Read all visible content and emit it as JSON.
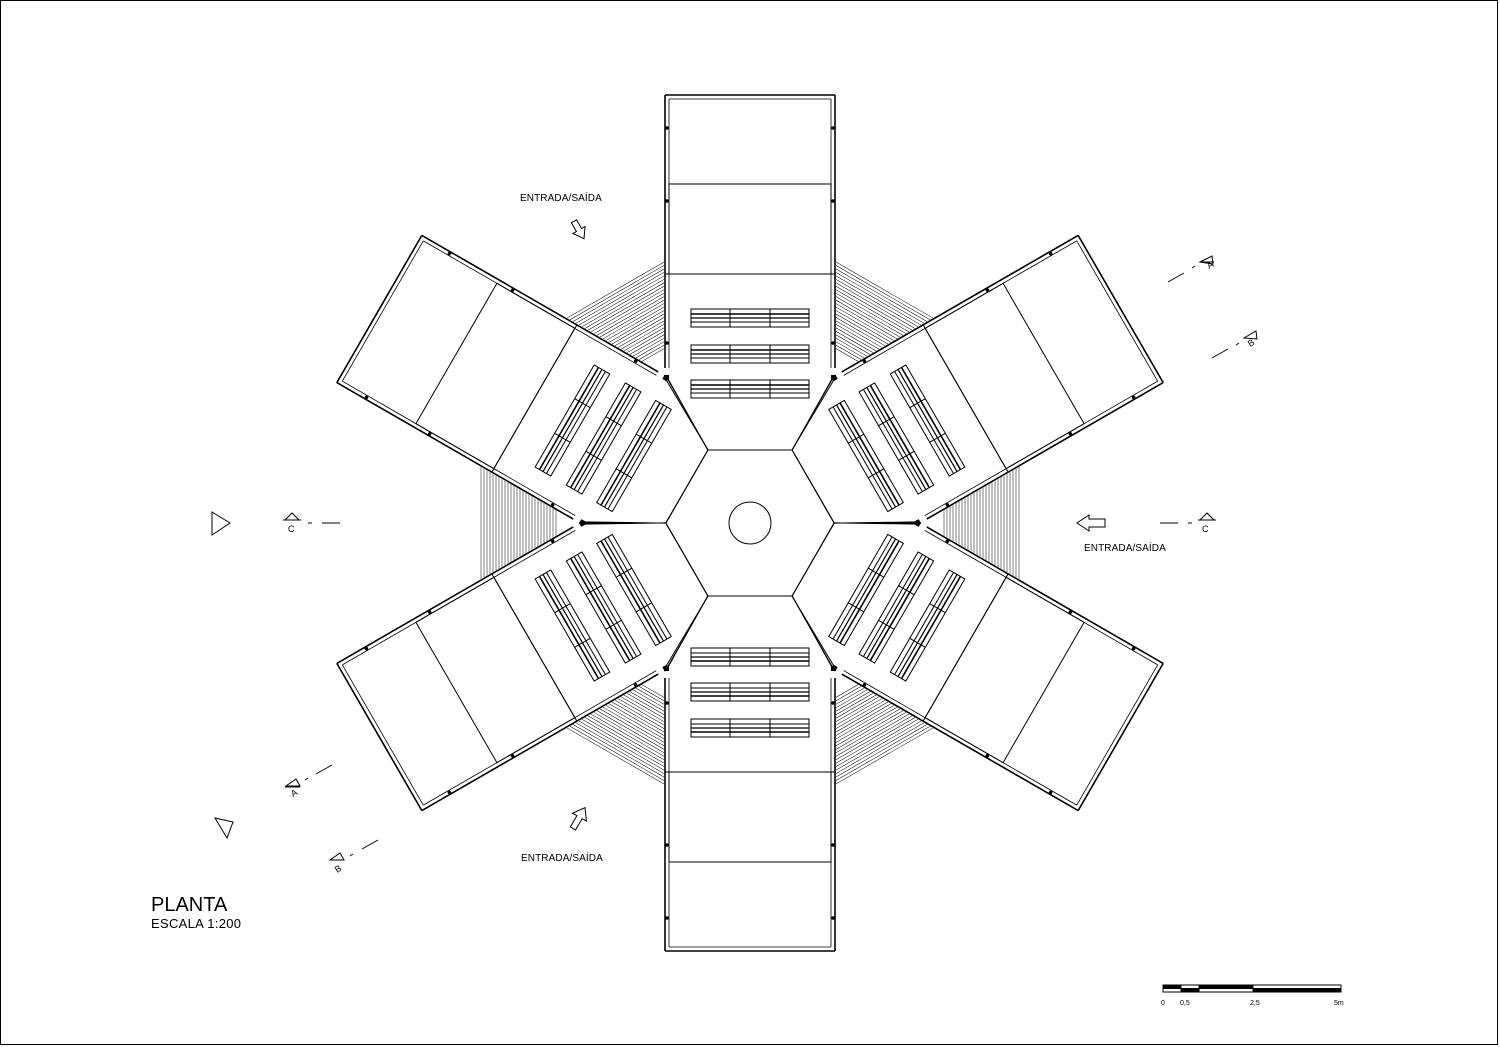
{
  "drawing": {
    "title": "PLANTA",
    "scale_label": "ESCALA 1:200"
  },
  "entrances": {
    "top": "ENTRADA/SAÍDA",
    "right": "ENTRADA/SAÍDA",
    "bottom": "ENTRADA/SAÍDA"
  },
  "section_marks": {
    "a": "A",
    "b": "B",
    "c": "C"
  },
  "scale_bar": {
    "ticks": [
      "0",
      "0,5",
      "2,5",
      "5m"
    ]
  },
  "colors": {
    "line": "#000000",
    "background": "#ffffff"
  }
}
